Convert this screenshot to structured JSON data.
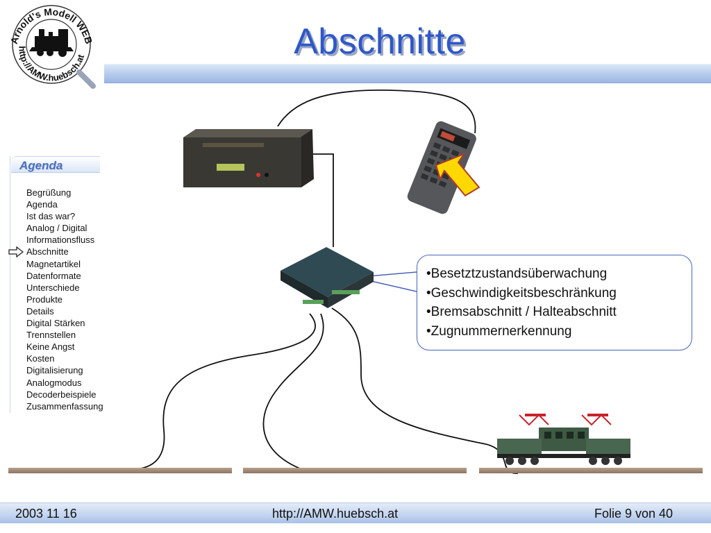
{
  "slide": {
    "title": "Abschnitte"
  },
  "logo": {
    "top_text": "Arnold's Modell WEB",
    "bottom_text": "http://AMW.huebsch.at"
  },
  "agenda": {
    "heading": "Agenda",
    "current_item": "Abschnitte",
    "items": [
      "Begrüßung",
      "Agenda",
      "Ist das war?",
      "Analog / Digital",
      "Informationsfluss",
      "Abschnitte",
      "Magnetartikel",
      "Datenformate",
      "Unterschiede",
      "Produkte",
      "Details",
      "Digital Stärken",
      "Trennstellen",
      "Keine Angst",
      "Kosten",
      "Digitalisierung",
      "Analogmodus",
      "Decoderbeispiele",
      "Zusammenfassung"
    ]
  },
  "info": {
    "bullets": [
      "•Besetztzustandsüberwachung",
      "•Geschwindigkeitsbeschränkung",
      "•Bremsabschnitt / Halteabschnitt",
      "•Zugnummernerkennung"
    ]
  },
  "footer": {
    "date": "2003 11 16",
    "url": "http://AMW.huebsch.at",
    "slide_number": "Folie 9 von  40"
  },
  "colors": {
    "title": "#2f57c9",
    "accent_bar": "#b4cbec",
    "box_border": "#4b63b8",
    "arrow_yellow": "#ffd800"
  }
}
